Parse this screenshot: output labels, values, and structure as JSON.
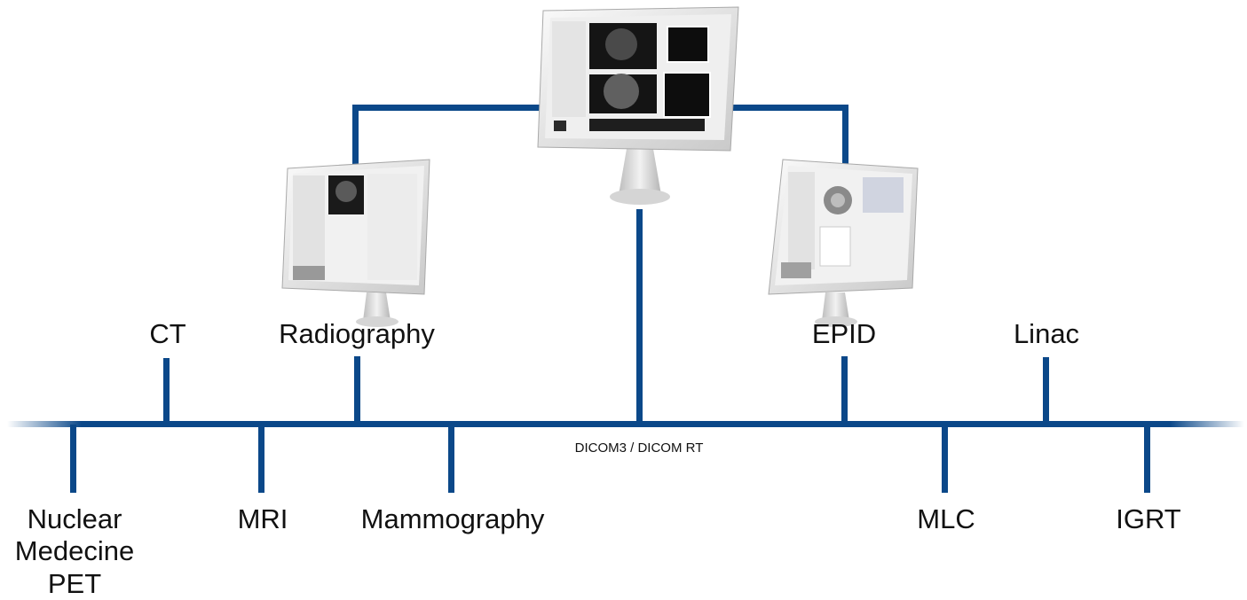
{
  "bus_label": "DICOM3 / DICOM RT",
  "line_color": "#0b4889",
  "nodes_top": [
    {
      "label": "CT"
    },
    {
      "label": "Radiography"
    },
    {
      "label": "EPID"
    },
    {
      "label": "Linac"
    }
  ],
  "nodes_bottom": [
    {
      "label_lines": [
        "Nuclear",
        "Medecine",
        "PET"
      ]
    },
    {
      "label": "MRI"
    },
    {
      "label": "Mammography"
    },
    {
      "label": "MLC"
    },
    {
      "label": "IGRT"
    }
  ],
  "workstations": [
    {
      "name": "central-server-monitor",
      "screen": "image-review-layout"
    },
    {
      "name": "radiography-workstation",
      "screen": "radiography-qa-software"
    },
    {
      "name": "epid-workstation",
      "screen": "epid-qa-software"
    }
  ]
}
